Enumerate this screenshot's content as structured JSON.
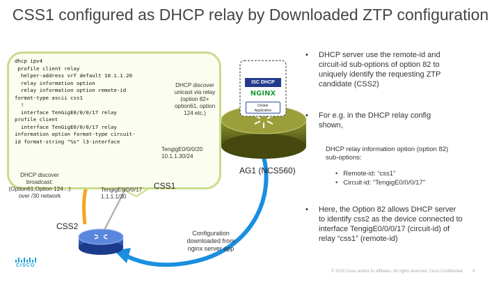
{
  "title": "CSS1 configured as DHCP relay by Downloaded ZTP configuration",
  "code_lines": [
    "dhcp ipv4",
    " profile client relay",
    "  helper-address vrf default 10.1.1.20",
    "  relay information option",
    "  relay information option remote-id",
    "format-type ascii css1",
    "  !",
    "  interface TenGigE0/0/0/17 relay",
    "profile client",
    "  interface TenGigE0/0/0/17 relay",
    "information option format-type circuit-",
    "id format-string \"%s\" l3-interface"
  ],
  "labels": {
    "dhcp_discover_unicast": [
      "DHCP discover",
      "unicast via relay",
      "(option 82+",
      "option61, option",
      "124 etc.)"
    ],
    "ag1_interface": [
      "TengigE0/0/0/20",
      "10.1.1.30/24"
    ],
    "ag1_name": "AG1 (NCS560)",
    "dhcp_discover_broadcast": [
      "DHCP discover",
      "broadcast:",
      "(Option61,Option 124…)",
      "over /30 network"
    ],
    "css1_interface": [
      "TengigE0/0/0/17",
      "1.1.1.1/30"
    ],
    "css1_name": "CSS1",
    "css2_name": "CSS2",
    "config_downloaded": [
      "Configuration",
      "downloaded from",
      "nginx server app"
    ]
  },
  "apps": {
    "isc_dhcp": "ISC DHCP",
    "nginx": "NGINX",
    "docker": [
      "Docker",
      "Application"
    ]
  },
  "bullets": {
    "b1": [
      "DHCP server use the remote-id and",
      "circuit-id sub-options of option 82 to",
      "uniquely identify the requesting ZTP",
      "candidate (CSS2)"
    ],
    "b2": [
      "For e.g. in the DHCP relay config",
      "shown,"
    ],
    "relay_info": [
      "DHCP relay information option (option 82)",
      "sub-options:"
    ],
    "remote_id": "Remote-id:  “css1”",
    "circuit_id": "Circuit-id:    “TengigE0/0/0/17”",
    "b3": [
      "Here, the Option 82 allows DHCP server",
      "to identify css2 as the device connected to",
      "interface TengigE0/0/0/17 (circuit-id) of",
      "relay “css1” (remote-id)"
    ]
  },
  "footer": {
    "copyright": "© 2019  Cisco and/or its affiliates. All rights reserved.   Cisco Confidential",
    "page": "9",
    "logo_text": "CISCO"
  },
  "colors": {
    "orange_arrow": "#f5a623",
    "blue_arrow": "#1a8fe0",
    "router_green": "#a9c84a",
    "router_blue": "#2f57b8",
    "router_olive": "#6b6f1e",
    "codebox_border": "#c8dc8c"
  }
}
